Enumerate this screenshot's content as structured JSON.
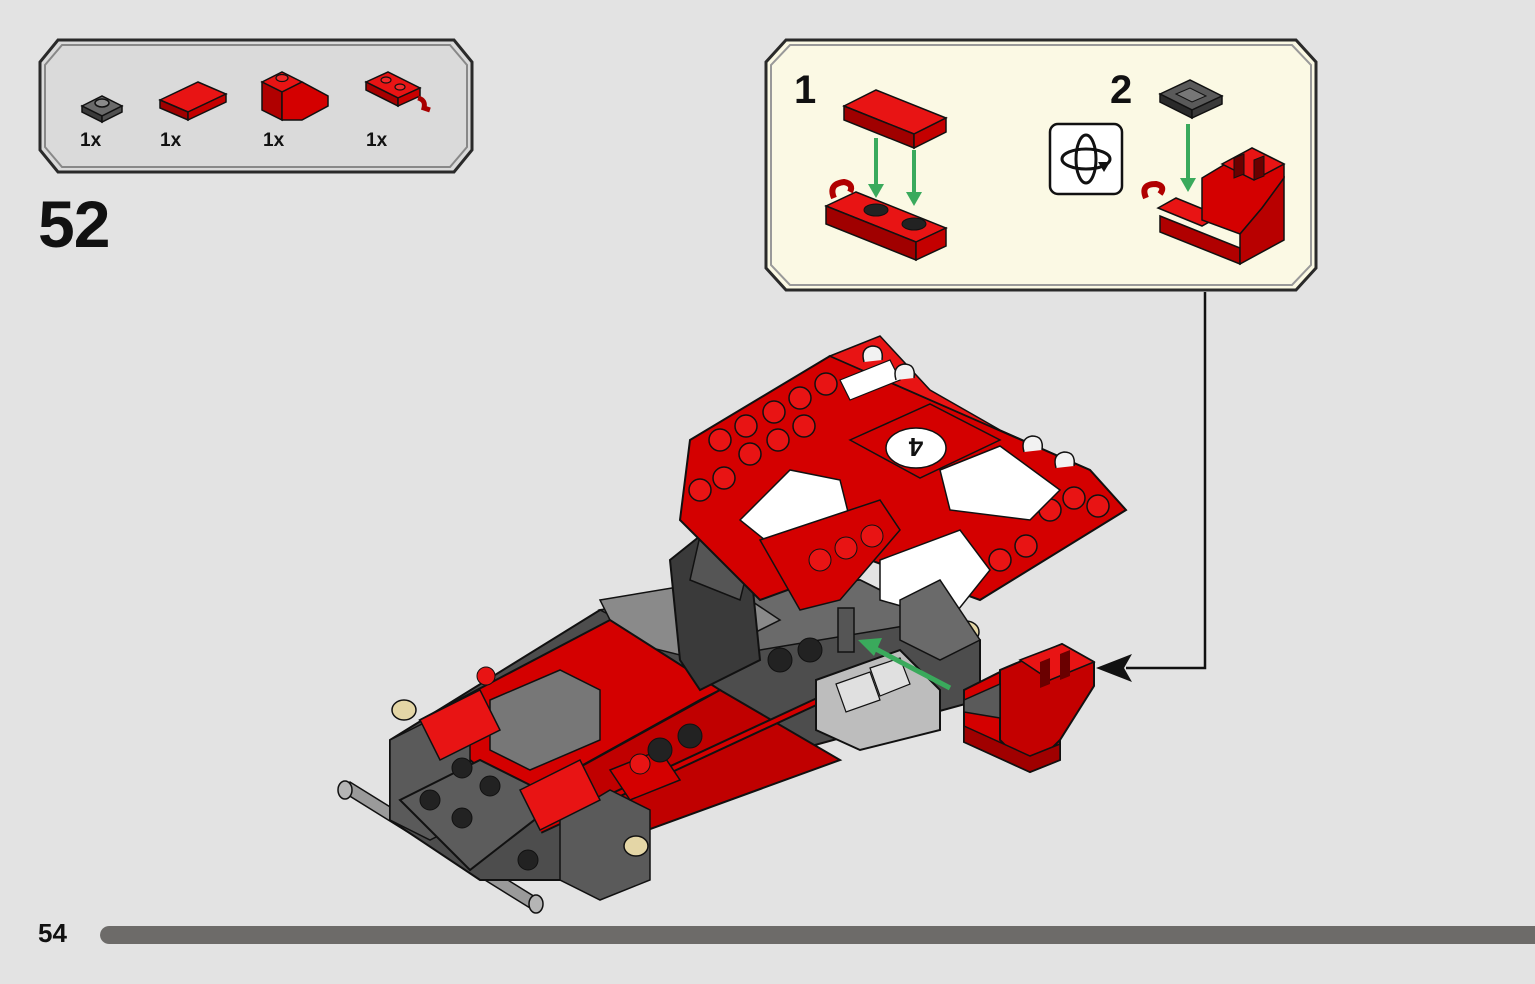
{
  "parts_list": {
    "items": [
      {
        "icon": "gray-round-plate-icon",
        "count": "1x",
        "color": "#4a4a4a"
      },
      {
        "icon": "red-tile-1x2-icon",
        "count": "1x",
        "color": "#d40000"
      },
      {
        "icon": "red-slope-brick-icon",
        "count": "1x",
        "color": "#d40000"
      },
      {
        "icon": "red-clip-plate-icon",
        "count": "1x",
        "color": "#d40000"
      }
    ]
  },
  "step": {
    "number": "52"
  },
  "sub_assembly": {
    "steps": [
      {
        "label": "1"
      },
      {
        "label": "2"
      }
    ],
    "rotate_icon": "rotate-model-icon"
  },
  "page": {
    "number": "54",
    "progress": 1.0
  },
  "colors": {
    "brick_red": "#d40000",
    "dark_gray": "#4d4d4d",
    "light_gray": "#a8a8a8",
    "arrow_green": "#3aaa5c",
    "callout_bg": "#fbf9e4",
    "parts_bg": "#dadada",
    "tan": "#e4d6a6"
  }
}
